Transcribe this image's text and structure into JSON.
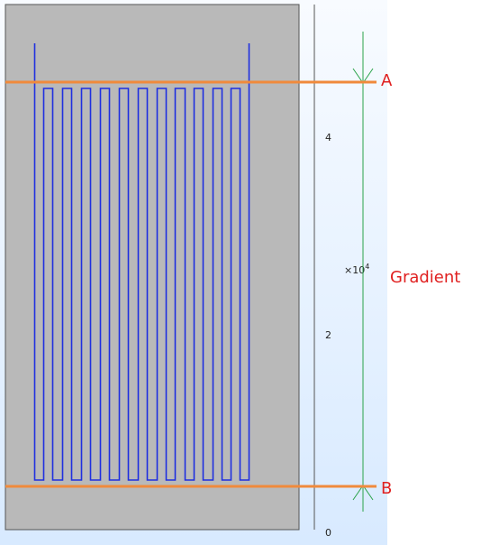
{
  "colors": {
    "panel_fill": "#b9b9b9",
    "panel_border": "#555555",
    "trace": "#1f2fe0",
    "marker_line": "#f08a3c",
    "gradient_arrow": "#2aa34a",
    "label_red": "#e02020",
    "scale_text": "#222222",
    "bg_gradient_top": "#f8fbff",
    "bg_gradient_bottom": "#d8eaff"
  },
  "scale": {
    "tick_labels": [
      "4",
      "2",
      "0"
    ],
    "multiplier_base": "×10",
    "multiplier_exp": "4"
  },
  "labels": {
    "top_line": "A",
    "bottom_line": "B",
    "gradient": "Gradient"
  },
  "icons": {
    "top_arrow": "arrowhead-down-icon",
    "bottom_arrow": "arrowhead-up-icon"
  }
}
